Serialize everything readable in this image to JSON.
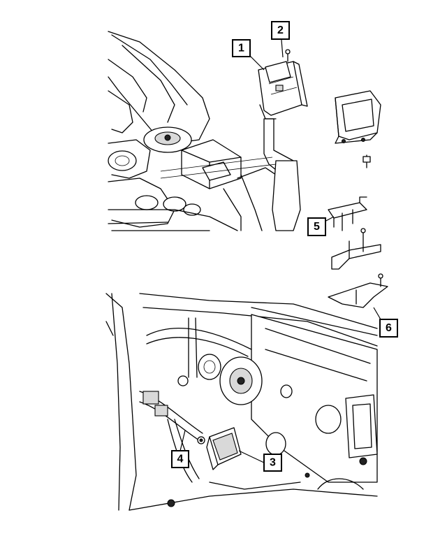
{
  "callouts": [
    {
      "id": "callout-1",
      "label": "1"
    },
    {
      "id": "callout-2",
      "label": "2"
    },
    {
      "id": "callout-3",
      "label": "3"
    },
    {
      "id": "callout-4",
      "label": "4"
    },
    {
      "id": "callout-5",
      "label": "5"
    },
    {
      "id": "callout-6",
      "label": "6"
    }
  ],
  "colors": {
    "line": "#000000",
    "background": "#ffffff"
  }
}
